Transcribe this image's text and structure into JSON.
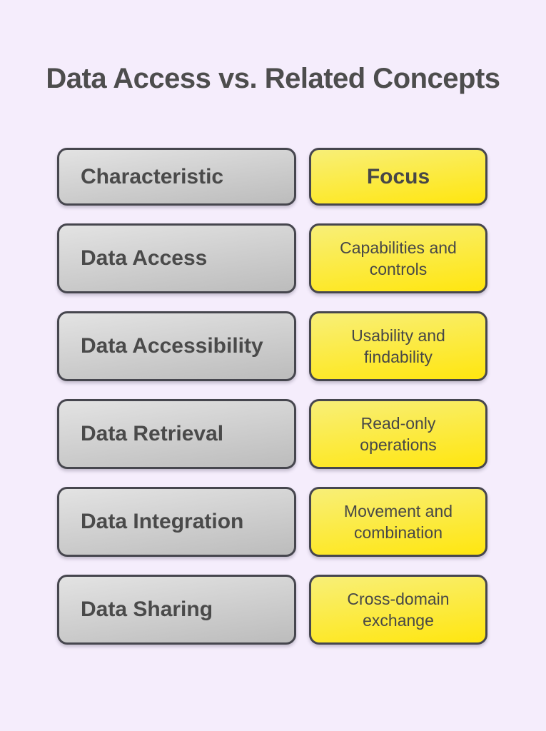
{
  "title": "Data Access vs. Related Concepts",
  "colors": {
    "background": "#f5edfc",
    "box_border": "#46464e",
    "gray_box_top": "#e3e3e3",
    "gray_box_bottom": "#bcbcbc",
    "yellow_box_top": "#f8ef78",
    "yellow_box_bottom": "#ffe60f",
    "text": "#4a4a4a"
  },
  "table": {
    "header": {
      "characteristic": "Characteristic",
      "focus": "Focus"
    },
    "rows": [
      {
        "characteristic": "Data Access",
        "focus": "Capabilities and controls"
      },
      {
        "characteristic": "Data Accessibility",
        "focus": "Usability and findability"
      },
      {
        "characteristic": "Data Retrieval",
        "focus": "Read-only operations"
      },
      {
        "characteristic": "Data Integration",
        "focus": "Movement and combination"
      },
      {
        "characteristic": "Data Sharing",
        "focus": "Cross-domain exchange"
      }
    ]
  }
}
